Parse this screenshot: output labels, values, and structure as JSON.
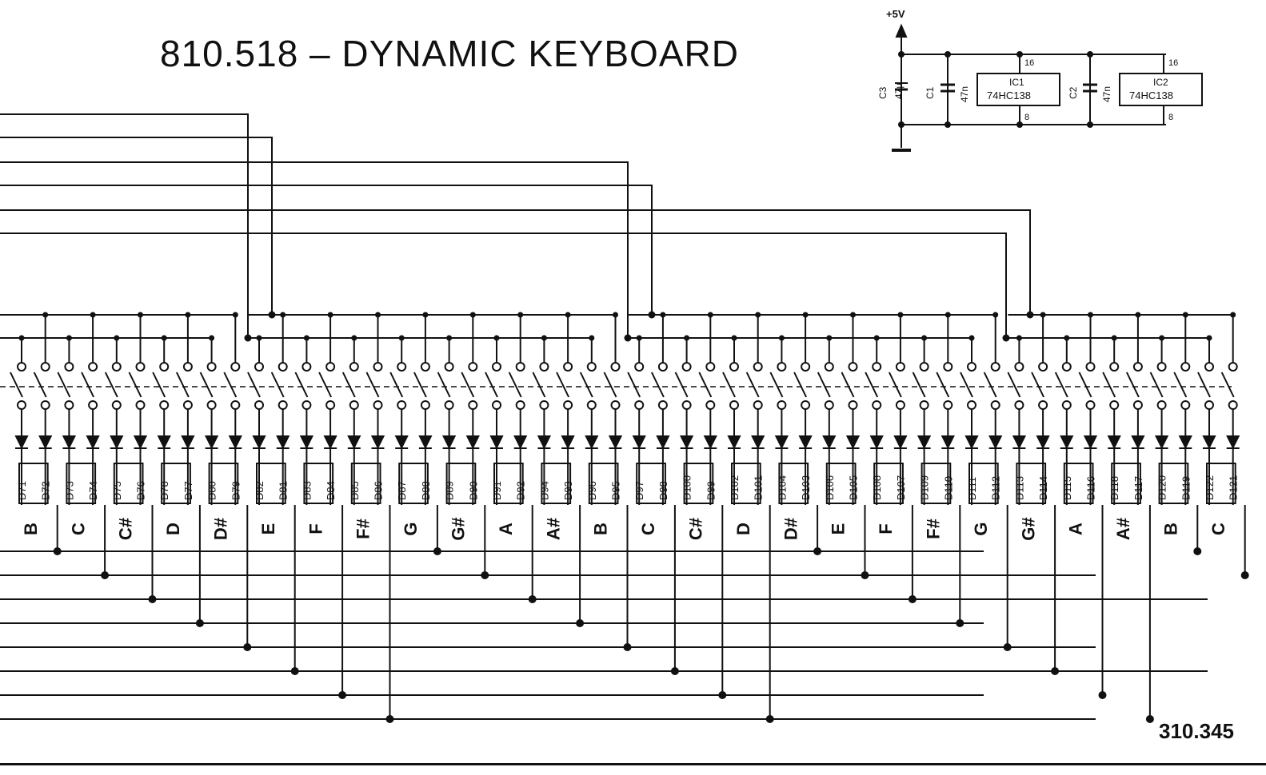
{
  "title": "810.518 – DYNAMIC KEYBOARD",
  "drawing_number": "310.345",
  "power": {
    "supply_label": "+5V",
    "c3_label": "C3",
    "c3_value": "47µ",
    "c1_label": "C1",
    "c1_value": "47n",
    "c2_label": "C2",
    "c2_value": "47n",
    "ic1_name": "IC1",
    "ic1_part": "74HC138",
    "ic2_name": "IC2",
    "ic2_part": "74HC138",
    "pin_vcc": "16",
    "pin_gnd": "8"
  },
  "diode_labels": [
    "D71",
    "D72",
    "D73",
    "D74",
    "D75",
    "D76",
    "D78",
    "D77",
    "D80",
    "D79",
    "D82",
    "D81",
    "D83",
    "D84",
    "D85",
    "D86",
    "D87",
    "D88",
    "D89",
    "D90",
    "D91",
    "D92",
    "D94",
    "D93",
    "D96",
    "D95",
    "D97",
    "D98",
    "D100",
    "D99",
    "D102",
    "D101",
    "D104",
    "D103",
    "D106",
    "D105",
    "D108",
    "D107",
    "D109",
    "D110",
    "D111",
    "D112",
    "D113",
    "D114",
    "D115",
    "D116",
    "D118",
    "D117",
    "D120",
    "D119",
    "D122",
    "D121"
  ],
  "notes": [
    "B",
    "C",
    "C#",
    "D",
    "D#",
    "E",
    "F",
    "F#",
    "G",
    "G#",
    "A",
    "A#",
    "B",
    "C",
    "C#",
    "D",
    "D#",
    "E",
    "F",
    "F#",
    "G",
    "G#",
    "A",
    "A#",
    "B",
    "C"
  ]
}
